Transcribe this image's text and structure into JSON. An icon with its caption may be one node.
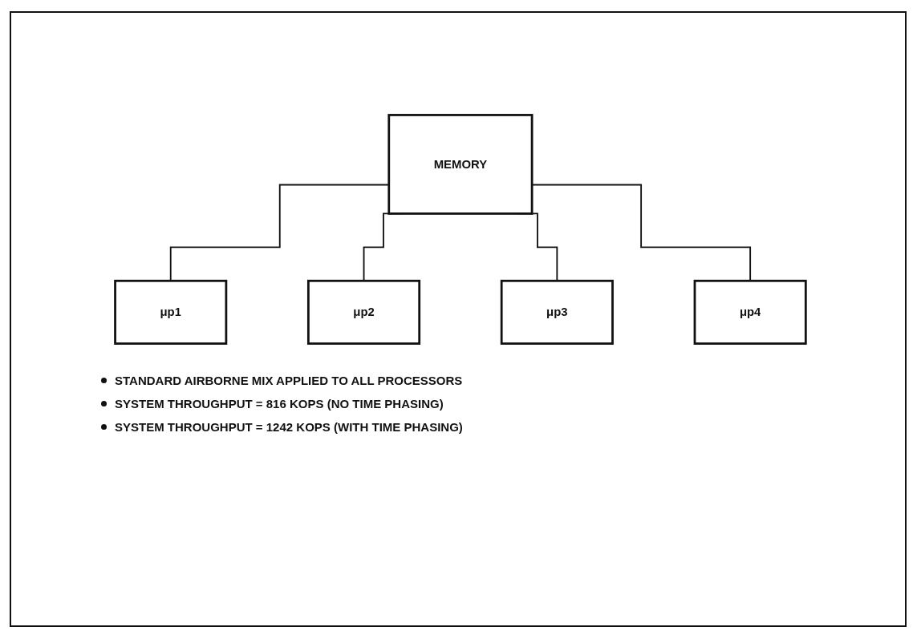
{
  "diagram": {
    "nodes": [
      {
        "text": [
          "MEMORY"
        ]
      },
      {
        "text": [
          "μp1"
        ]
      },
      {
        "text": [
          "μp2"
        ]
      },
      {
        "text": [
          "μp3"
        ]
      },
      {
        "text": [
          "μp4"
        ]
      }
    ],
    "edges": [
      {
        "from": 0,
        "to": 1,
        "arrow": "none"
      },
      {
        "from": 0,
        "to": 2,
        "arrow": "none"
      },
      {
        "from": 0,
        "to": 3,
        "arrow": "none"
      },
      {
        "from": 0,
        "to": 4,
        "arrow": "none"
      }
    ],
    "labels": [
      "STANDARD AIRBORNE MIX APPLIED TO ALL PROCESSORS",
      "SYSTEM THROUGHPUT = 816 KOPS (NO TIME PHASING)",
      "SYSTEM THROUGHPUT = 1242 KOPS (WITH TIME PHASING)"
    ]
  }
}
